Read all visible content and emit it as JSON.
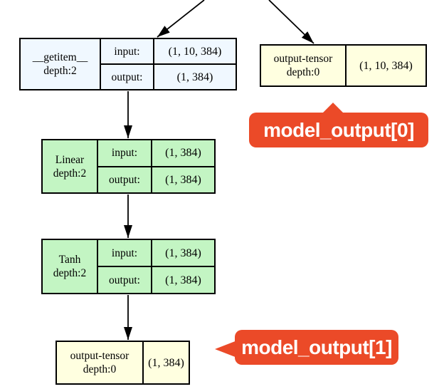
{
  "diagram": {
    "type": "model-graph",
    "colors": {
      "function_fill": "#f0f8ff",
      "module_fill": "#c3f5c3",
      "tensor_fill": "#ffffe0",
      "border": "#000000",
      "callout_fill": "#eb4a28",
      "callout_text": "#ffffff",
      "background": "#ffffff"
    },
    "nodes": {
      "getitem": {
        "title": "__getitem__",
        "depth": "depth:2",
        "input_label": "input:",
        "input_shape": "(1, 10, 384)",
        "output_label": "output:",
        "output_shape": "(1, 384)"
      },
      "output_tensor_0": {
        "title": "output-tensor",
        "depth": "depth:0",
        "shape": "(1, 10, 384)"
      },
      "linear": {
        "title": "Linear",
        "depth": "depth:2",
        "input_label": "input:",
        "input_shape": "(1, 384)",
        "output_label": "output:",
        "output_shape": "(1, 384)"
      },
      "tanh": {
        "title": "Tanh",
        "depth": "depth:2",
        "input_label": "input:",
        "input_shape": "(1, 384)",
        "output_label": "output:",
        "output_shape": "(1, 384)"
      },
      "output_tensor_1": {
        "title": "output-tensor",
        "depth": "depth:0",
        "shape": "(1, 384)"
      }
    },
    "edges": [
      {
        "from": "offscreen-top",
        "to": "getitem"
      },
      {
        "from": "offscreen-top",
        "to": "output_tensor_0"
      },
      {
        "from": "getitem",
        "to": "linear"
      },
      {
        "from": "linear",
        "to": "tanh"
      },
      {
        "from": "tanh",
        "to": "output_tensor_1"
      }
    ],
    "callouts": {
      "model_output_0": {
        "label": "model_output[0]",
        "pointer": "up"
      },
      "model_output_1": {
        "label": "model_output[1]",
        "pointer": "left"
      }
    }
  }
}
